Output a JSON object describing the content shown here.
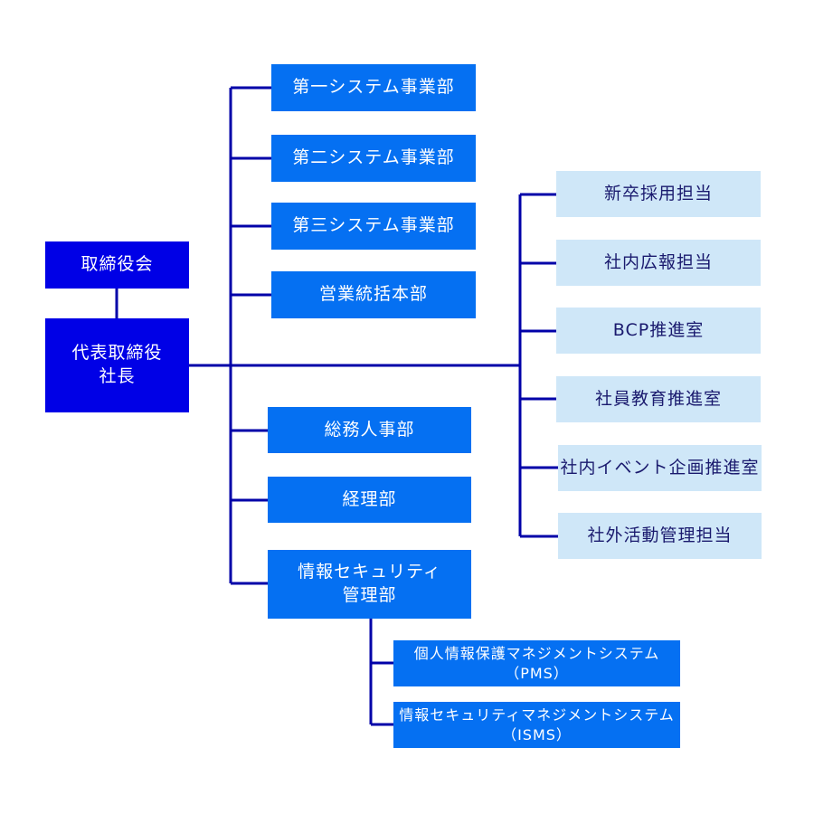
{
  "colors": {
    "connector": "#0000a8",
    "executive": "#0000e6",
    "department": "#0570f2",
    "office": "#cfe7f8"
  },
  "board": {
    "label": "取締役会"
  },
  "president": {
    "line1": "代表取締役",
    "line2": "社長"
  },
  "departments_top": [
    {
      "label": "第一システム事業部"
    },
    {
      "label": "第二システム事業部"
    },
    {
      "label": "第三システム事業部"
    },
    {
      "label": "営業統括本部"
    }
  ],
  "departments_bottom": [
    {
      "label": "総務人事部"
    },
    {
      "label": "経理部"
    }
  ],
  "security_dept": {
    "line1": "情報セキュリティ",
    "line2": "管理部"
  },
  "management_systems": [
    {
      "line1": "個人情報保護マネジメントシステム",
      "line2": "（PMS）"
    },
    {
      "line1": "情報セキュリティマネジメントシステム",
      "line2": "（ISMS）"
    }
  ],
  "offices": [
    {
      "label": "新卒採用担当"
    },
    {
      "label": "社内広報担当"
    },
    {
      "label": "BCP推進室"
    },
    {
      "label": "社員教育推進室"
    },
    {
      "label": "社内イベント企画推進室"
    },
    {
      "label": "社外活動管理担当"
    }
  ]
}
